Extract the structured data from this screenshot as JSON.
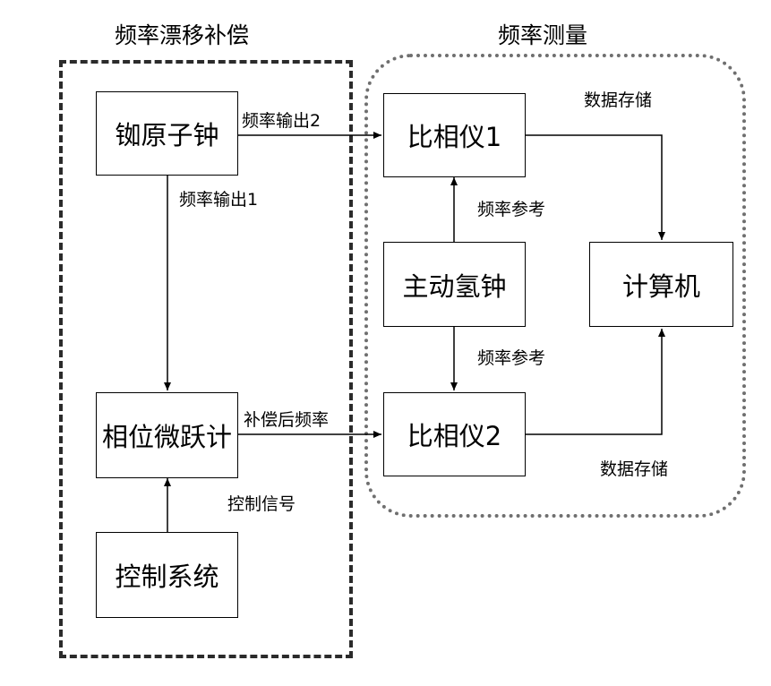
{
  "groups": {
    "compensation": "频率漂移补偿",
    "measurement": "频率测量"
  },
  "nodes": {
    "rb_clock": "铷原子钟",
    "phase_stepper": "相位微跃计",
    "control_system": "控制系统",
    "phase_comparator_1": "比相仪1",
    "hydrogen_maser": "主动氢钟",
    "phase_comparator_2": "比相仪2",
    "computer": "计算机"
  },
  "edge_labels": {
    "freq_out_2": "频率输出2",
    "freq_out_1": "频率输出1",
    "compensated_freq": "补偿后频率",
    "control_signal": "控制信号",
    "freq_ref_top": "频率参考",
    "freq_ref_bottom": "频率参考",
    "data_storage_top": "数据存储",
    "data_storage_bottom": "数据存储"
  }
}
